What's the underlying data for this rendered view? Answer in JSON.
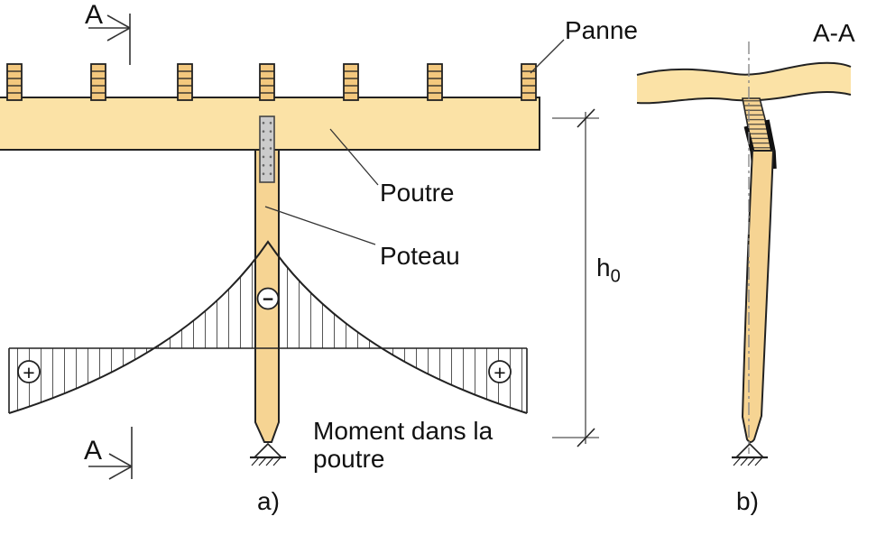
{
  "labels": {
    "panne": "Panne",
    "poutre": "Poutre",
    "poteau": "Poteau",
    "moment_line1": "Moment dans la",
    "moment_line2": "poutre",
    "section_marker_top": "A",
    "section_marker_bottom": "A",
    "section_title": "A-A",
    "height_symbol": "h",
    "height_subscript": "0",
    "caption_a": "a)",
    "caption_b": "b)",
    "sign_negative": "−",
    "sign_positive_left": "+",
    "sign_positive_right": "+"
  },
  "colors": {
    "wood_beam": "#FBE2A6",
    "wood_purlin": "#F3C87E",
    "wood_column": "#F6D493",
    "steel_plate": "#CBCBCB",
    "plate_dot": "#666666",
    "outline": "#222222",
    "hatch_line": "#555555",
    "dimension_line": "#555555",
    "centerline": "#888888"
  }
}
